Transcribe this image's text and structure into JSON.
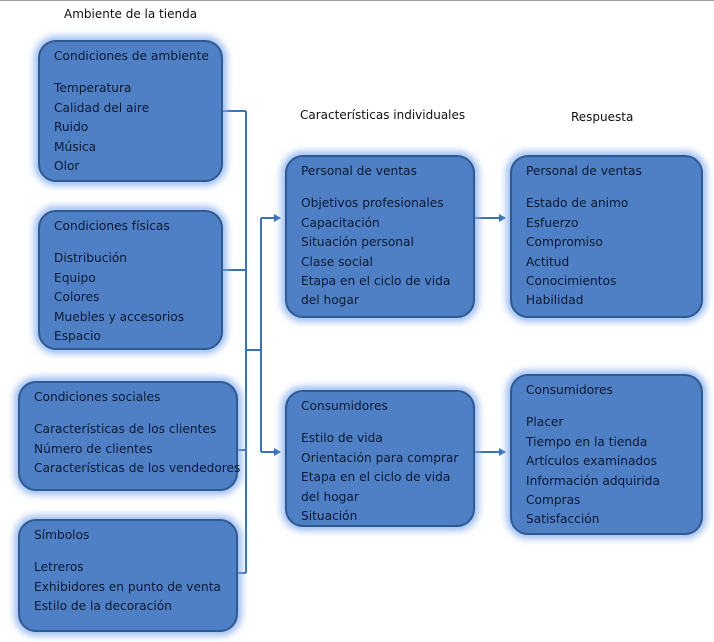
{
  "headings": {
    "store_environment": "Ambiente de la tienda",
    "individual_characteristics": "Características individuales",
    "response": "Respuesta"
  },
  "ambient_conditions": {
    "title": "Condiciones de ambiente",
    "items": [
      "Temperatura",
      "Calidad del aire",
      "Ruido",
      "Música",
      "Olor"
    ]
  },
  "physical_conditions": {
    "title": "Condiciones físicas",
    "items": [
      "Distribución",
      "Equipo",
      "Colores",
      "Muebles y accesorios",
      "Espacio"
    ]
  },
  "social_conditions": {
    "title": "Condiciones sociales",
    "items": [
      "Características de los clientes",
      "Número de clientes",
      "Características de los vendedores"
    ]
  },
  "symbols": {
    "title": "Símbolos",
    "items": [
      "Letreros",
      "Exhibidores en punto de venta",
      "Estilo de la decoración"
    ]
  },
  "individual_sales_staff": {
    "title": "Personal de ventas",
    "items": [
      "Objetivos profesionales",
      "Capacitación",
      "Situación personal",
      "Clase social",
      "Etapa en el ciclo de vida del hogar"
    ]
  },
  "individual_consumers": {
    "title": "Consumidores",
    "items": [
      "Estilo de vida",
      "Orientación para comprar",
      "Etapa en el ciclo de vida del hogar",
      "Situación"
    ]
  },
  "response_sales_staff": {
    "title": "Personal de ventas",
    "items": [
      "Estado de animo",
      "Esfuerzo",
      "Compromiso",
      "Actitud",
      "Conocimientos",
      "Habilidad"
    ]
  },
  "response_consumers": {
    "title": "Consumidores",
    "items": [
      "Placer",
      "Tiempo en la tienda",
      "Artículos examinados",
      "Información adquirida",
      "Compras",
      "Satisfacción"
    ]
  },
  "colors": {
    "box_fill": "#4f7fc4",
    "box_border": "#2d5a93",
    "connector": "#3b73b9",
    "text": "#0b1a33"
  }
}
